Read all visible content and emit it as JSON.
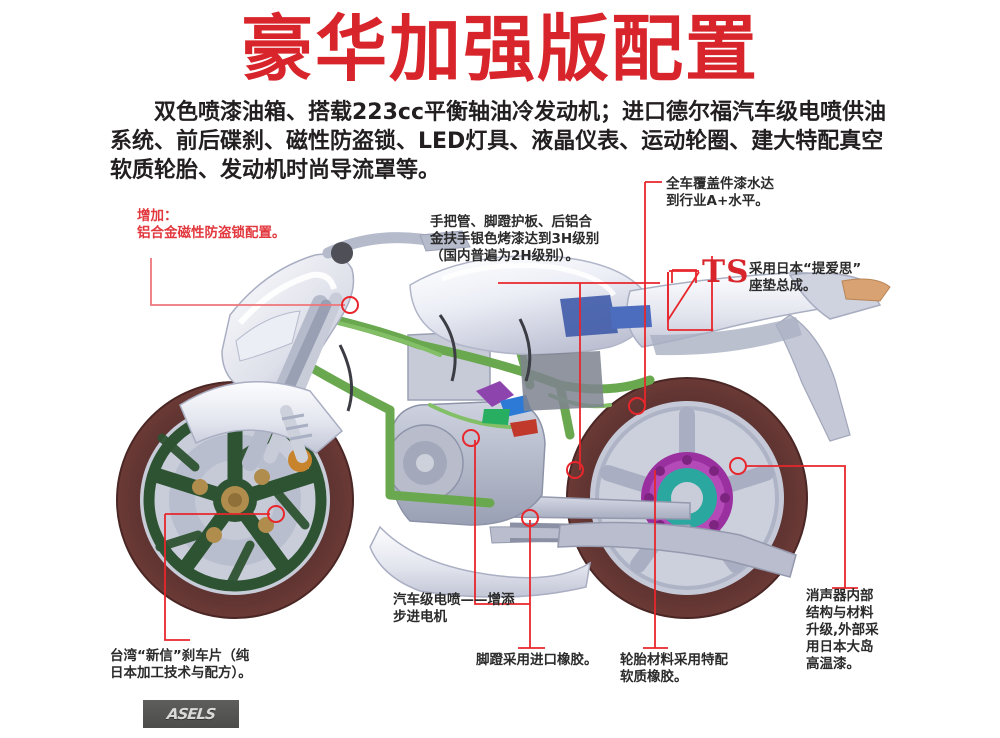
{
  "poster": {
    "title": "豪华加强版配置",
    "title_color": "#d8252b",
    "intro": "双色喷漆油箱、搭载223cc平衡轴油冷发动机；进口德尔福汽车级电喷供油系统、前后碟刹、磁性防盗锁、LED灯具、液晶仪表、运动轮圈、建大特配真空软质轮胎、发动机时尚导流罩等。",
    "leader_color": "#e8262c",
    "body_color": "#2b2b2b"
  },
  "ts_mark": {
    "label": "TS",
    "color": "#d8252b"
  },
  "badge": {
    "text": "ASELS"
  },
  "callouts": [
    {
      "id": "anti-theft-lock",
      "name": "callout-anti-theft-lock",
      "text": "增加：\n铝合金磁性防盗锁配置。",
      "style": "red"
    },
    {
      "id": "paint-grade",
      "name": "callout-handlebar-paint-grade",
      "text": "手把管、脚蹬护板、后铝合\n金扶手银色烤漆达到3H级别\n（国内普遍为2H级别）。",
      "style": "dark"
    },
    {
      "id": "body-paint",
      "name": "callout-body-paint-level",
      "text": "全车覆盖件漆水达\n到行业A+水平。",
      "style": "dark"
    },
    {
      "id": "ts-seat",
      "name": "callout-ts-seat-assembly",
      "text": "采用日本“提爱思”\n座垫总成。",
      "style": "dark"
    },
    {
      "id": "efi-stepper",
      "name": "callout-efi-stepper-motor",
      "text": "汽车级电喷——增添\n步进电机",
      "style": "dark"
    },
    {
      "id": "brake-pads",
      "name": "callout-taiwan-brake-pads",
      "text": "台湾“新信”刹车片（纯\n日本加工技术与配方）。",
      "style": "dark"
    },
    {
      "id": "footpeg-rubber",
      "name": "callout-footpeg-rubber",
      "text": "脚蹬采用进口橡胶。",
      "style": "dark"
    },
    {
      "id": "tire-rubber",
      "name": "callout-tire-rubber",
      "text": "轮胎材料采用特配\n软质橡胶。",
      "style": "dark"
    },
    {
      "id": "muffler",
      "name": "callout-muffler-upgrade",
      "text": "消声器内部\n结构与材料\n升级,外部采\n用日本大岛\n高温漆。",
      "style": "dark"
    }
  ],
  "artwork": {
    "name": "motorcycle-cutaway-illustration",
    "description": "223cc 运动街车 三维透视剖面图",
    "colors": {
      "body": "#e9eaf0",
      "body_shadow": "#b9bdcd",
      "frame_green": "#6aa84f",
      "tire": "#5d2f2f",
      "wheel_front": "#2e5332",
      "wheel_rear": "#b9bdcd",
      "sprocket": "#9b2fa0",
      "hub": "#2aa8a0"
    }
  }
}
